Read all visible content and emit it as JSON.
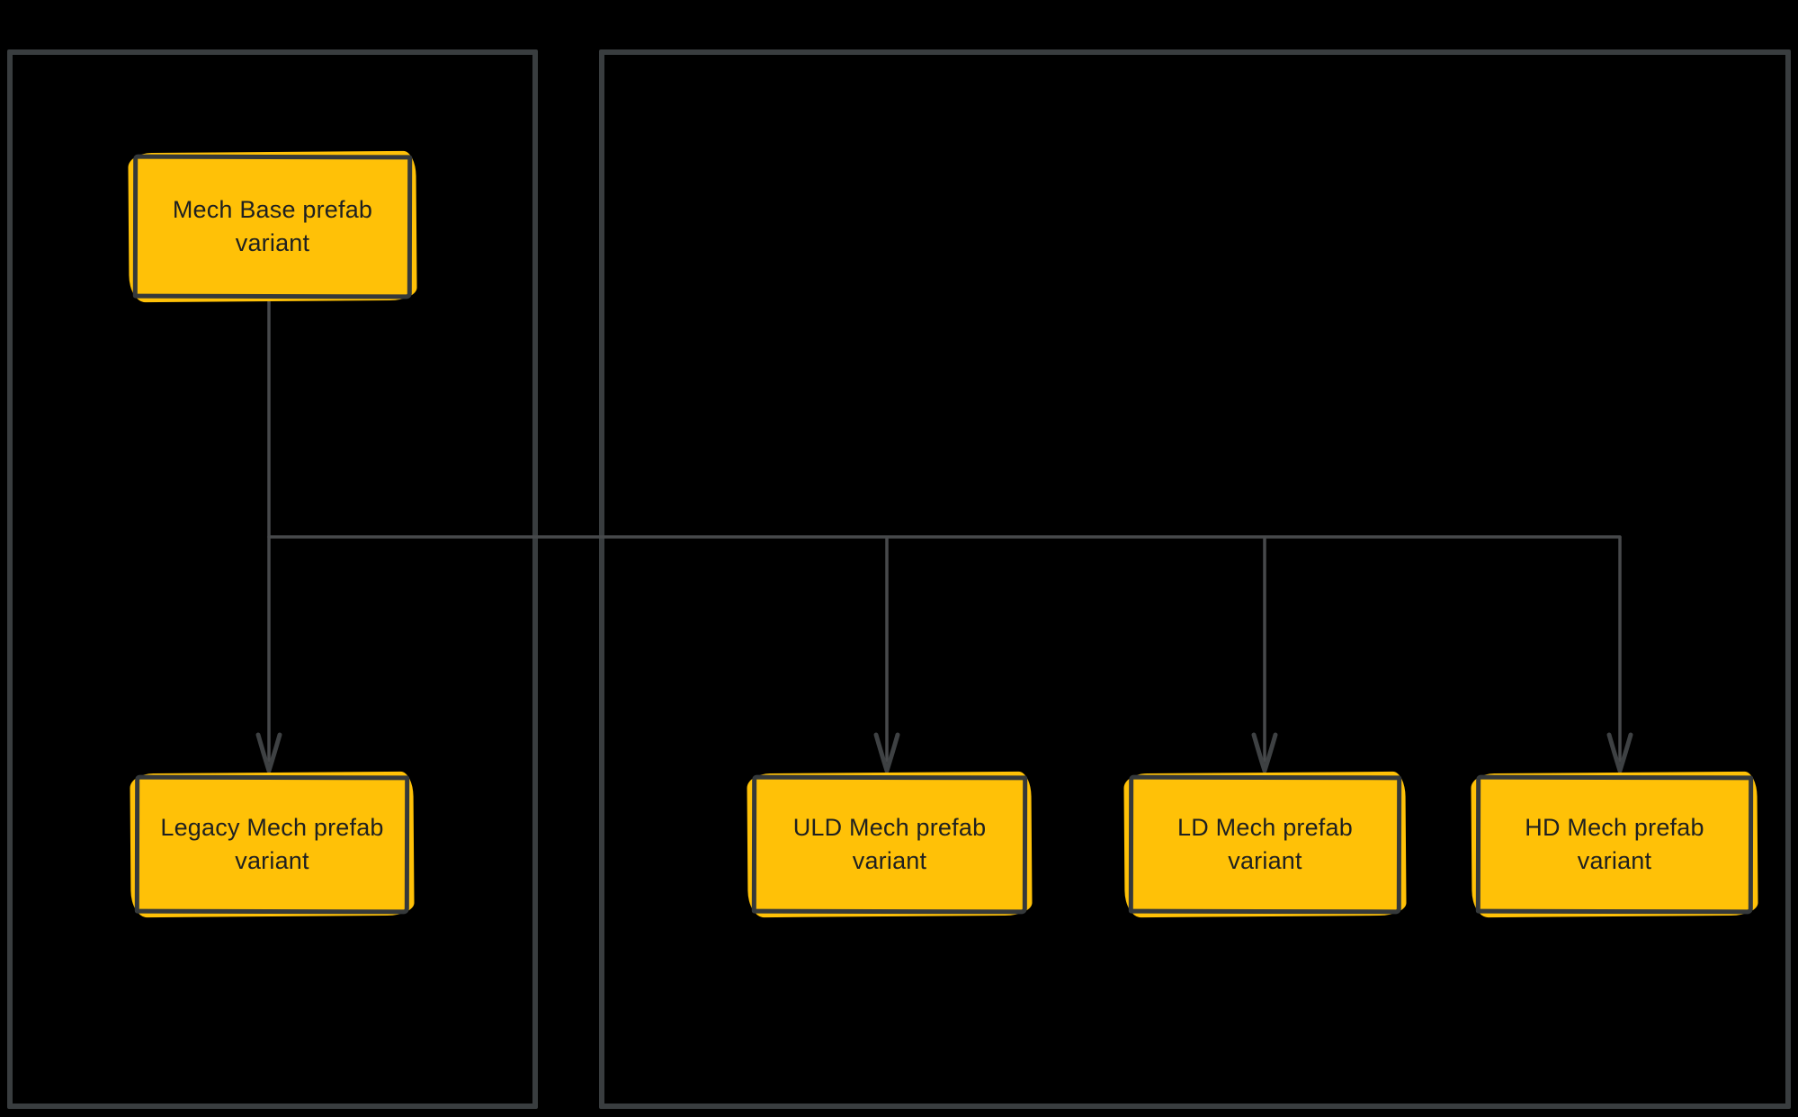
{
  "diagram": {
    "type": "flowchart",
    "background_color": "#000000",
    "node_fill_color": "#FFC107",
    "node_stroke_color": "#35393b",
    "frame_stroke_color": "#393d3f",
    "connector_color": "#47494b",
    "text_color": "#1e2021",
    "frames": [
      {
        "name": "left-frame"
      },
      {
        "name": "right-frame"
      }
    ],
    "nodes": [
      {
        "id": "mech-base",
        "label": "Mech Base prefab variant"
      },
      {
        "id": "legacy-mech",
        "label": "Legacy Mech prefab variant"
      },
      {
        "id": "uld-mech",
        "label": "ULD Mech prefab variant"
      },
      {
        "id": "ld-mech",
        "label": "LD Mech prefab variant"
      },
      {
        "id": "hd-mech",
        "label": "HD Mech prefab variant"
      }
    ],
    "edges": [
      {
        "from": "mech-base",
        "to": "legacy-mech",
        "arrow": "down"
      },
      {
        "from": "mech-base",
        "to": "uld-mech",
        "arrow": "down"
      },
      {
        "from": "mech-base",
        "to": "ld-mech",
        "arrow": "down"
      },
      {
        "from": "mech-base",
        "to": "hd-mech",
        "arrow": "down"
      }
    ]
  }
}
